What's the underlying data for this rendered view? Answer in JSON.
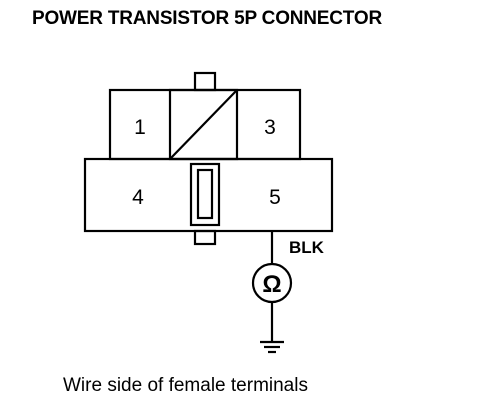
{
  "title": "POWER TRANSISTOR 5P CONNECTOR",
  "terminals": [
    {
      "id": "1",
      "label": "1"
    },
    {
      "id": "3",
      "label": "3"
    },
    {
      "id": "4",
      "label": "4"
    },
    {
      "id": "5",
      "label": "5"
    }
  ],
  "wire": {
    "color_label": "BLK"
  },
  "meter": {
    "symbol": "Ω",
    "icon": "ohmmeter-icon"
  },
  "ground": {
    "icon": "ground-icon"
  },
  "caption": "Wire side of female terminals"
}
